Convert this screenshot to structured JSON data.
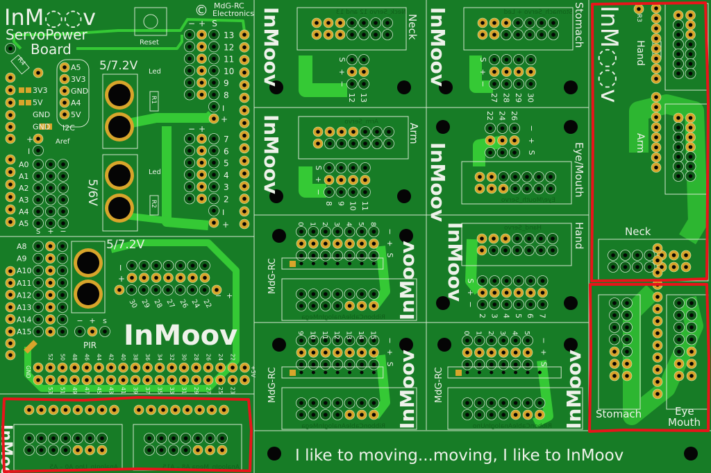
{
  "colors": {
    "board": "#177c26",
    "trace": "#35c935",
    "gold": "#d8a52b",
    "silk": "#f2f2ee",
    "highlight": "#e8141a"
  },
  "left_board": {
    "logo": "InM◌◌v",
    "title1": "ServoPower",
    "title2": "Board",
    "copyright": "©",
    "maker1": "MdG-RC",
    "maker2": "Electronics",
    "reset": "Reset",
    "v_top": "5/7.2V",
    "v_mid": "5/6V",
    "v_low": "5/7.2V",
    "led": "Led",
    "r1": "R1",
    "r2": "R2",
    "r4": "R4",
    "i2c": "I2C",
    "aref": "Aref",
    "i2c_pins": [
      "A5",
      "3V3",
      "GND",
      "A4",
      "5V"
    ],
    "power_pins": [
      "3V3",
      "5V",
      "GND",
      "GND"
    ],
    "analog_low": [
      "A0",
      "A1",
      "A2",
      "A3",
      "A4",
      "A5"
    ],
    "analog_high": [
      "A8",
      "A9",
      "A10",
      "A11",
      "A12",
      "A13",
      "A14",
      "A15"
    ],
    "digital_high": [
      "13",
      "12",
      "11",
      "10",
      "9",
      "8"
    ],
    "digital_low": [
      "7",
      "6",
      "5",
      "4",
      "3",
      "2"
    ],
    "minus": "−",
    "plus": "+",
    "s": "S",
    "s_lower": "s",
    "i": "I",
    "pir": "PIR",
    "inmoov": "InMoov",
    "servo_labels": [
      "30",
      "29",
      "28",
      "27",
      "26",
      "24",
      "22"
    ],
    "mega_top": [
      "52",
      "50",
      "48",
      "46",
      "44",
      "42",
      "40",
      "38",
      "36",
      "34",
      "32",
      "30",
      "28",
      "26",
      "24",
      "22"
    ],
    "mega_bottom": [
      "53",
      "51",
      "49",
      "47",
      "45",
      "43",
      "41",
      "39",
      "37",
      "35",
      "33",
      "31",
      "29",
      "27",
      "25",
      "23"
    ],
    "gnd": "GND",
    "p5v": "+5V",
    "ribbon_left": "AnalogIn_Uno A0 – A5",
    "ribbon_right": "AnalogIn_Mega A8 – A15"
  },
  "modules": {
    "inmoov": "InMoov",
    "mdg": "MdG-RC",
    "neck": {
      "title": "Neck",
      "silk": "Neck_Servo 12 and 13",
      "pins": [
        "12",
        "13"
      ]
    },
    "stomach": {
      "title": "Stomach",
      "silk": "Stomach_Servo + Led",
      "pins": [
        "27",
        "28",
        "29",
        "30"
      ]
    },
    "arm": {
      "title": "Arm",
      "silk": "Arm_Servo",
      "pins": [
        "8",
        "9",
        "10",
        "11"
      ]
    },
    "eyemouth": {
      "title": "Eye/Mouth",
      "silk": "Eye/Mouth_Servo",
      "pins": [
        "22",
        "24",
        "26"
      ]
    },
    "hand": {
      "title": "Hand",
      "silk": "Hand_Servo",
      "pins": [
        "2",
        "3",
        "4",
        "5",
        "6",
        "7"
      ]
    },
    "mega_a": {
      "pins": [
        "0",
        "1",
        "2",
        "3",
        "4",
        "5",
        "8"
      ],
      "silk": "RibbonCableAnalogInMega"
    },
    "mega_b": {
      "pins": [
        "9",
        "10",
        "11",
        "12",
        "13",
        "14",
        "15"
      ],
      "silk": "RibbonCableAnalogInMega"
    },
    "uno": {
      "pins": [
        "0",
        "1",
        "2",
        "3",
        "4",
        "5"
      ],
      "silk": "RibbonCableAnalogInUno"
    }
  },
  "right_strip": {
    "logo": "InM◌◌v",
    "r3": "R3",
    "hand": "Hand",
    "arm": "Arm",
    "neck": "Neck",
    "stomach": "Stomach",
    "eye": "Eye",
    "mouth": "Mouth"
  },
  "slogan": "I like to moving...moving, I like to InMoov"
}
